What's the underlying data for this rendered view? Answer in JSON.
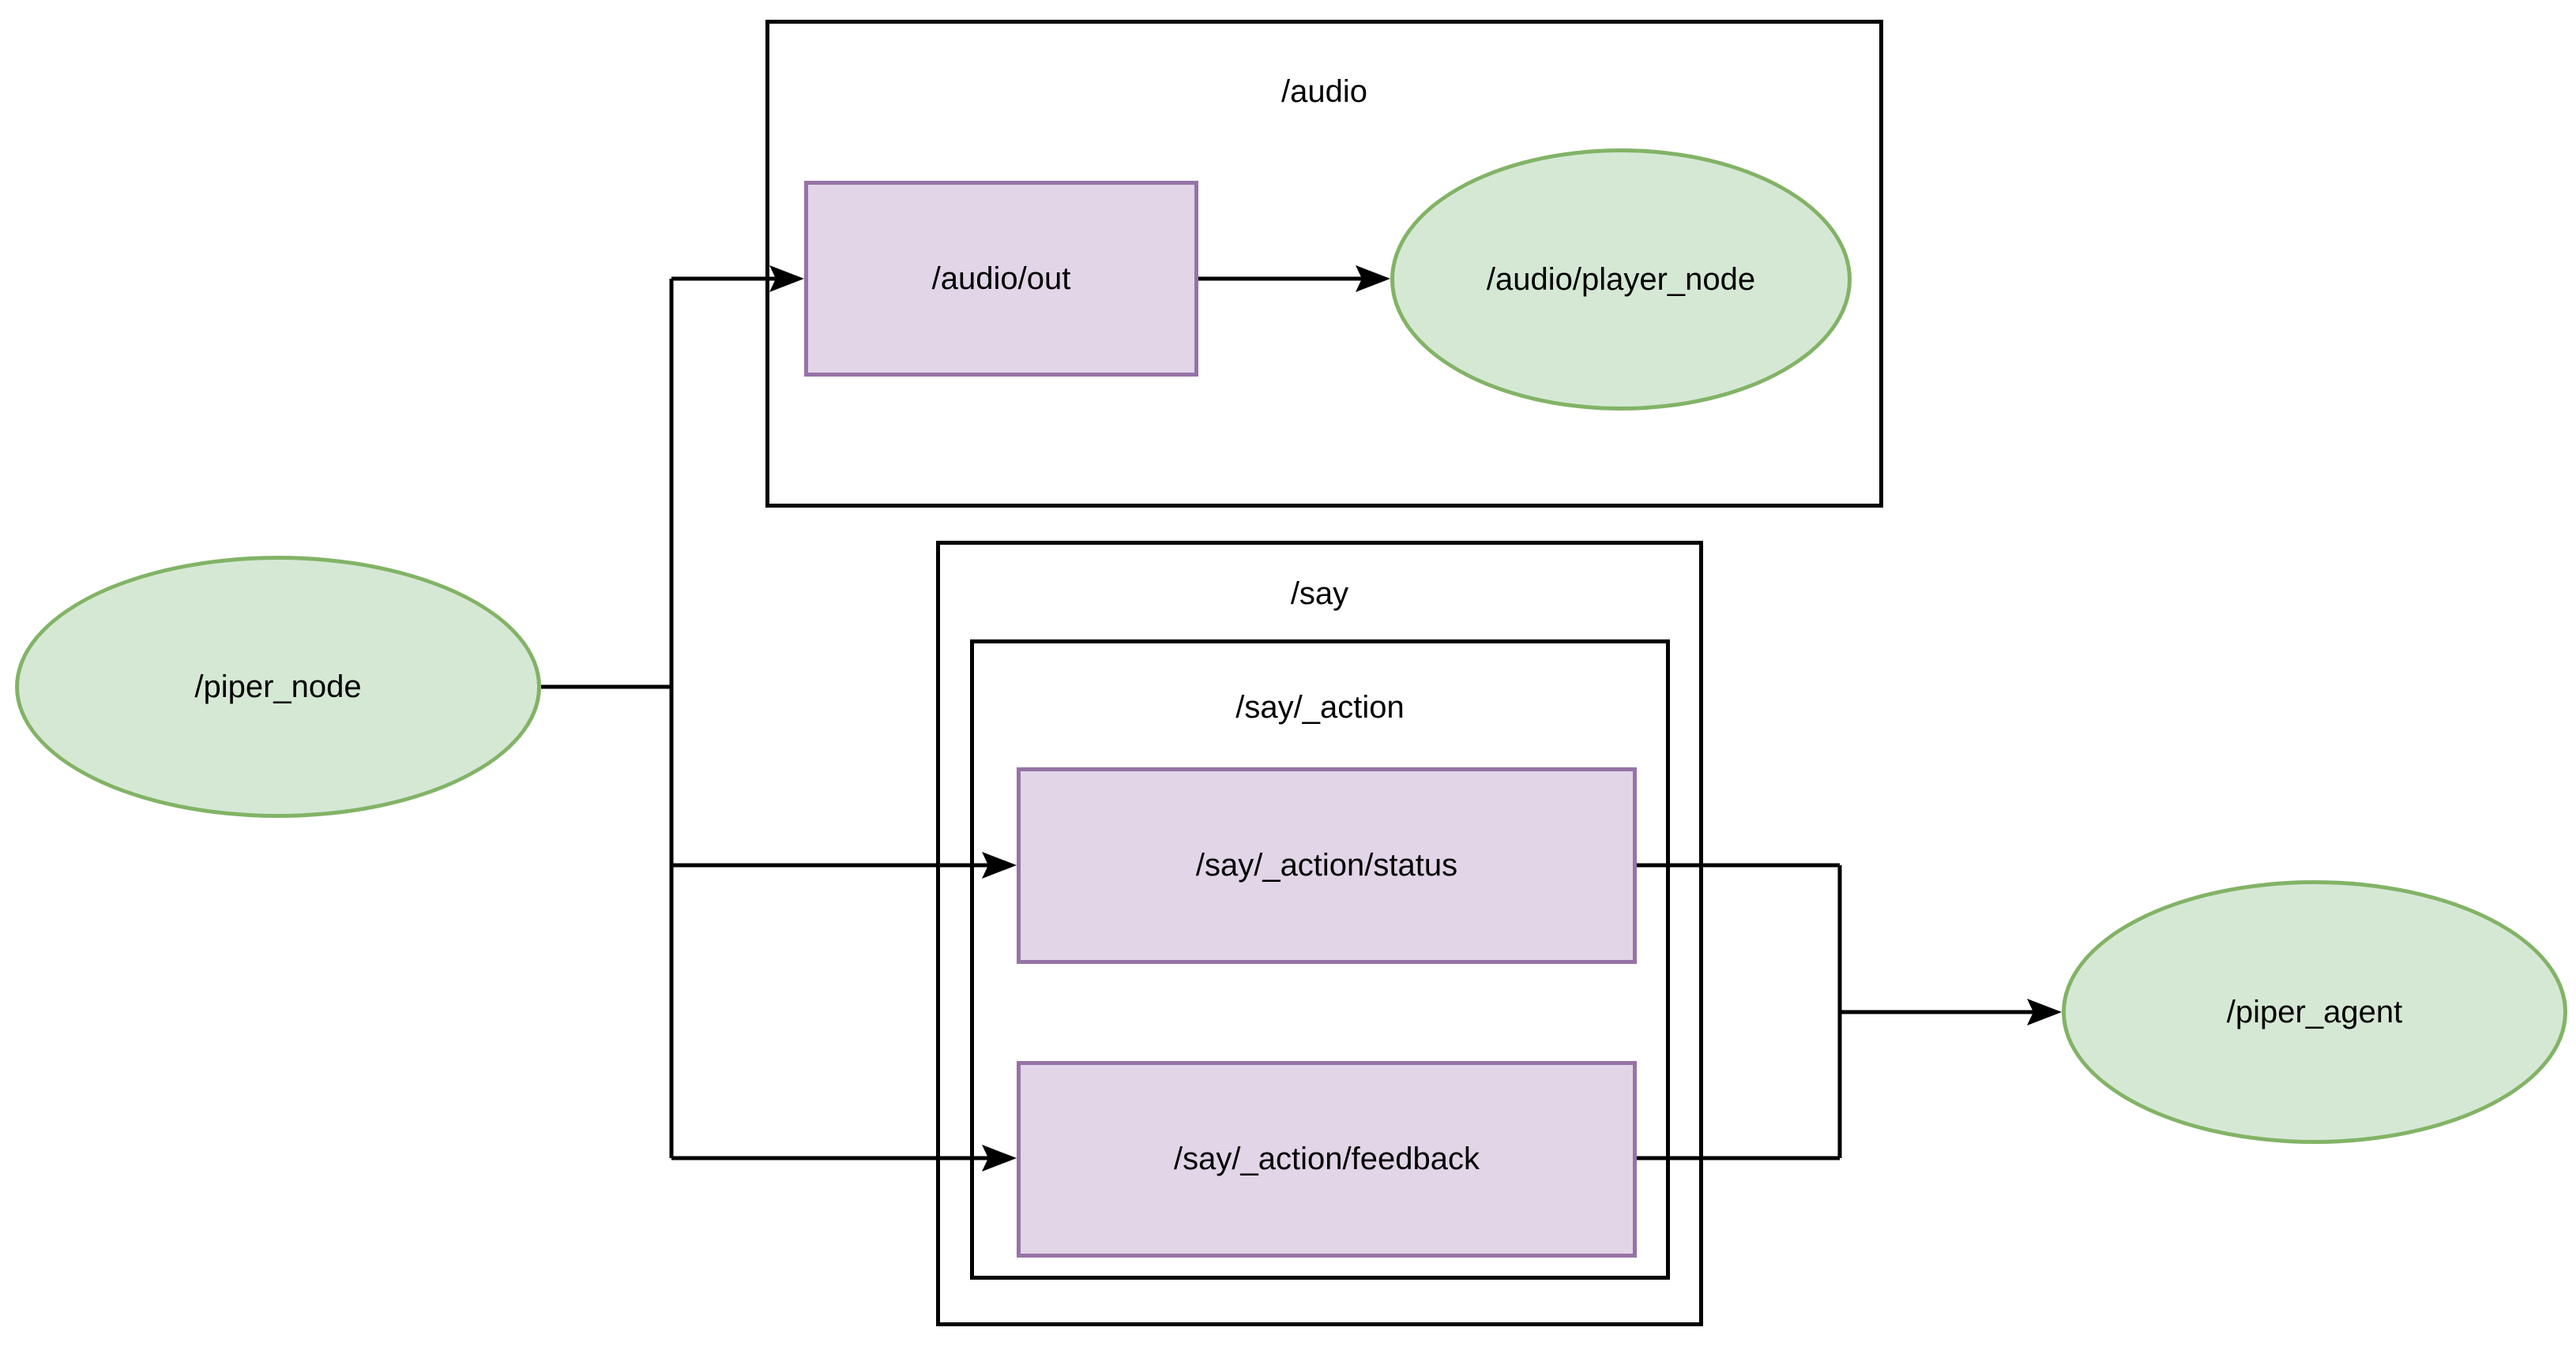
{
  "diagram": {
    "containers": {
      "audio": {
        "label": "/audio"
      },
      "say": {
        "label": "/say"
      },
      "say_action": {
        "label": "/say/_action"
      }
    },
    "nodes": {
      "piper_node": {
        "label": "/piper_node",
        "kind": "node"
      },
      "audio_out": {
        "label": "/audio/out",
        "kind": "topic"
      },
      "audio_player_node": {
        "label": "/audio/player_node",
        "kind": "node"
      },
      "say_action_status": {
        "label": "/say/_action/status",
        "kind": "topic"
      },
      "say_action_feedback": {
        "label": "/say/_action/feedback",
        "kind": "topic"
      },
      "piper_agent": {
        "label": "/piper_agent",
        "kind": "node"
      }
    },
    "edges": [
      {
        "from": "/piper_node",
        "to": "/audio/out"
      },
      {
        "from": "/piper_node",
        "to": "/say/_action/status"
      },
      {
        "from": "/piper_node",
        "to": "/say/_action/feedback"
      },
      {
        "from": "/audio/out",
        "to": "/audio/player_node"
      },
      {
        "from": "/say/_action/status",
        "to": "/piper_agent"
      },
      {
        "from": "/say/_action/feedback",
        "to": "/piper_agent"
      }
    ],
    "colors": {
      "node_fill": "#d5e8d4",
      "node_stroke": "#82b366",
      "topic_fill": "#e1d5e7",
      "topic_stroke": "#9673a6",
      "container_stroke": "#000000",
      "edge": "#000000",
      "text": "#000000",
      "background": "#ffffff"
    }
  }
}
